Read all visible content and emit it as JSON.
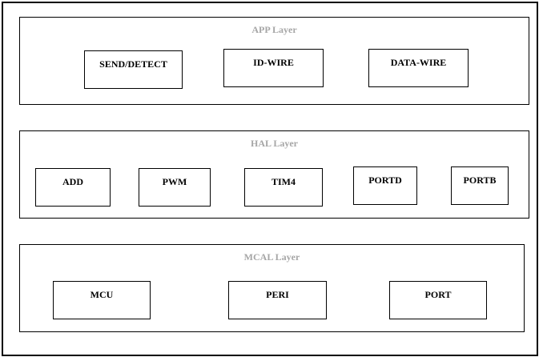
{
  "app_layer": {
    "title": "APP Layer",
    "modules": [
      "SEND/DETECT",
      "ID-WIRE",
      "DATA-WIRE"
    ]
  },
  "hal_layer": {
    "title": "HAL Layer",
    "modules": [
      "ADD",
      "PWM",
      "TIM4",
      "PORTD",
      "PORTB"
    ]
  },
  "mcal_layer": {
    "title": "MCAL Layer",
    "modules": [
      "MCU",
      "PERI",
      "PORT"
    ]
  },
  "colors": {
    "border": "#000000",
    "layer_title": "#a6a6a6",
    "background": "#ffffff"
  }
}
